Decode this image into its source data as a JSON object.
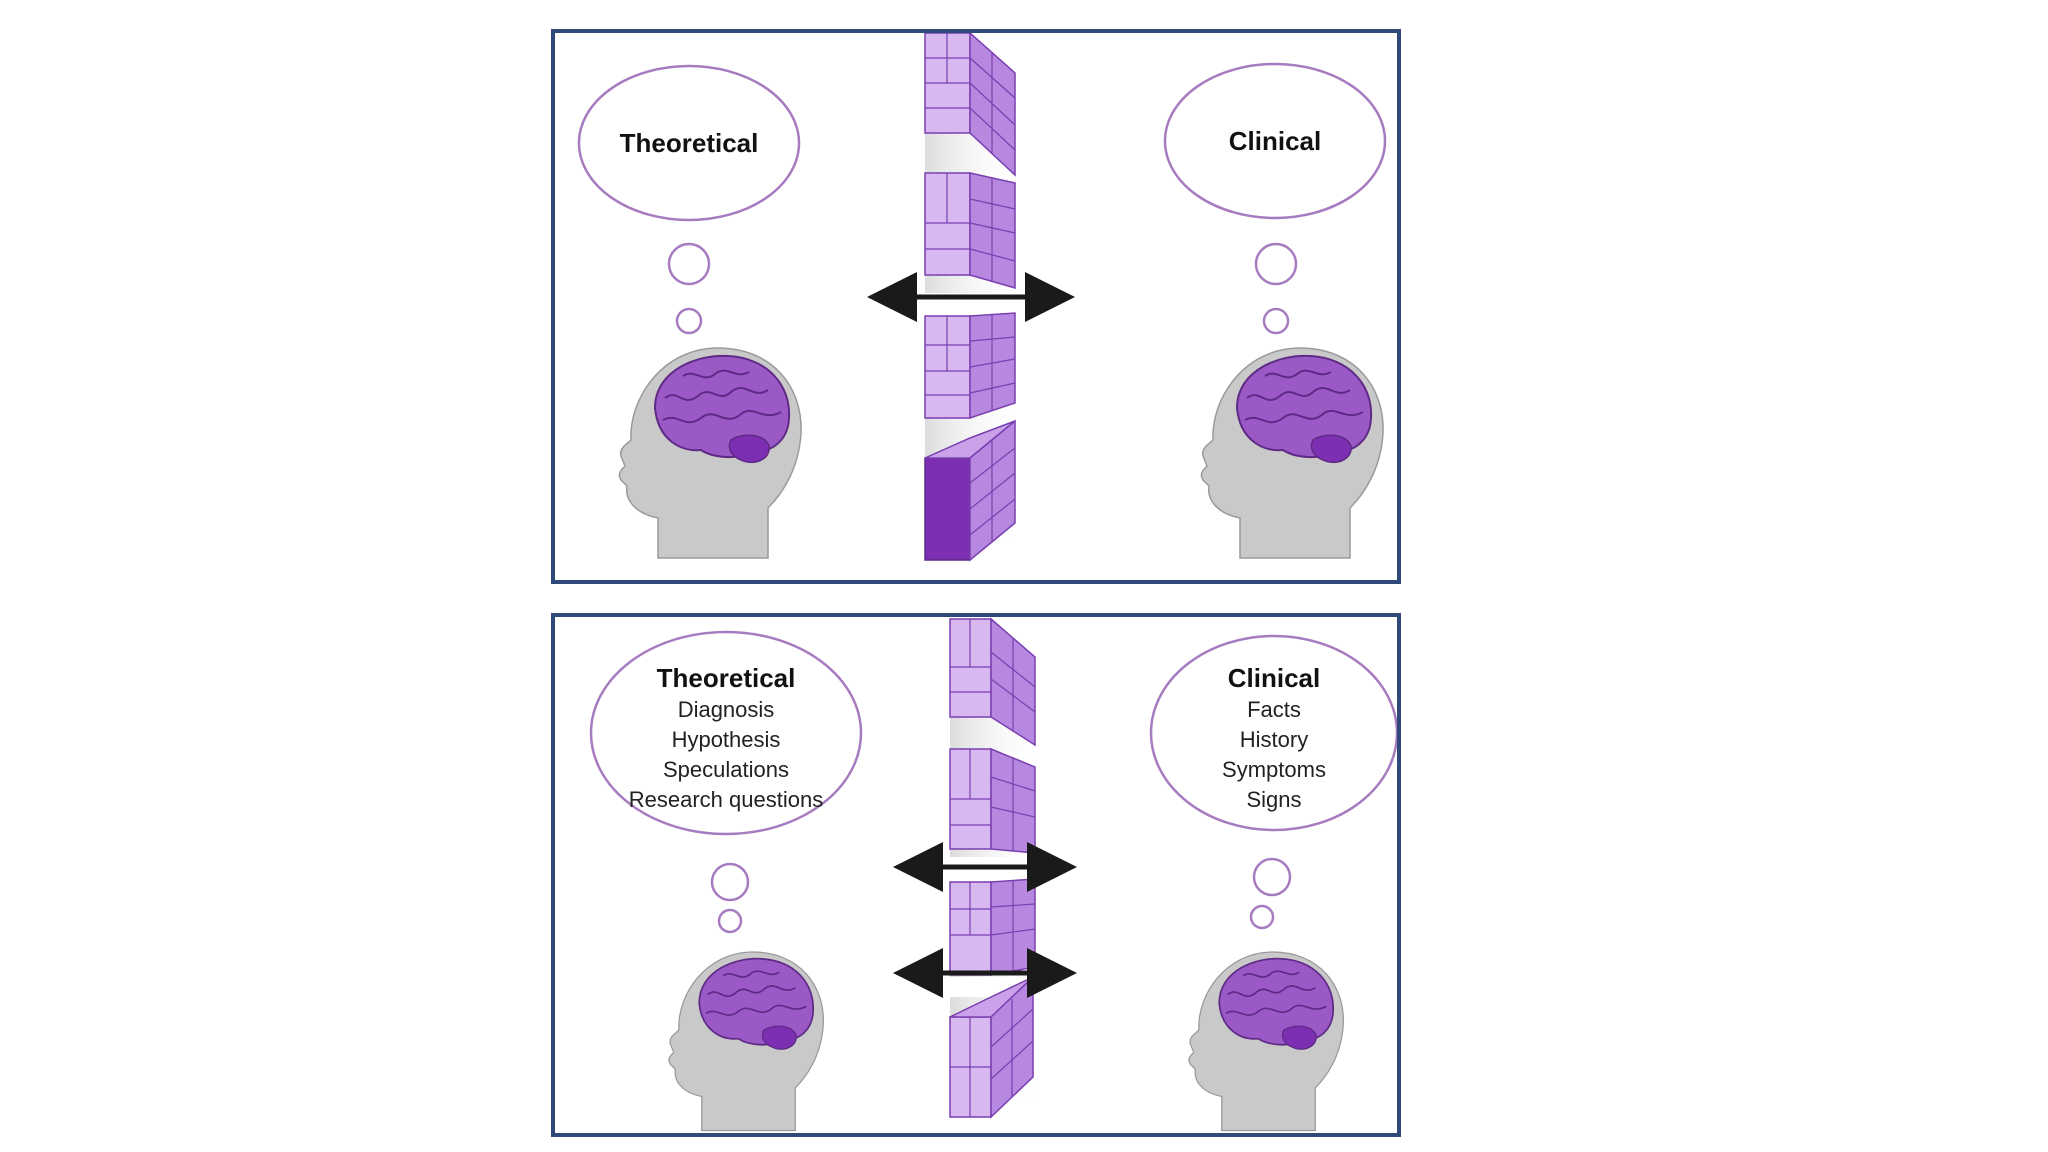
{
  "top_panel": {
    "left": {
      "title": "Theoretical"
    },
    "right": {
      "title": "Clinical"
    }
  },
  "bottom_panel": {
    "left": {
      "title": "Theoretical",
      "items": [
        "Diagnosis",
        "Hypothesis",
        "Speculations",
        "Research questions"
      ]
    },
    "right": {
      "title": "Clinical",
      "items": [
        "Facts",
        "History",
        "Symptoms",
        "Signs"
      ]
    }
  },
  "colors": {
    "frame": "#2f4a7a",
    "bubble_stroke": "#a77bc0",
    "brain": "#9b59c6",
    "block_face": "#c9a2ea",
    "block_side": "#a877d9",
    "block_dark": "#7d2fb3",
    "head": "#c9c9c9",
    "arrow": "#1a1a1a"
  }
}
